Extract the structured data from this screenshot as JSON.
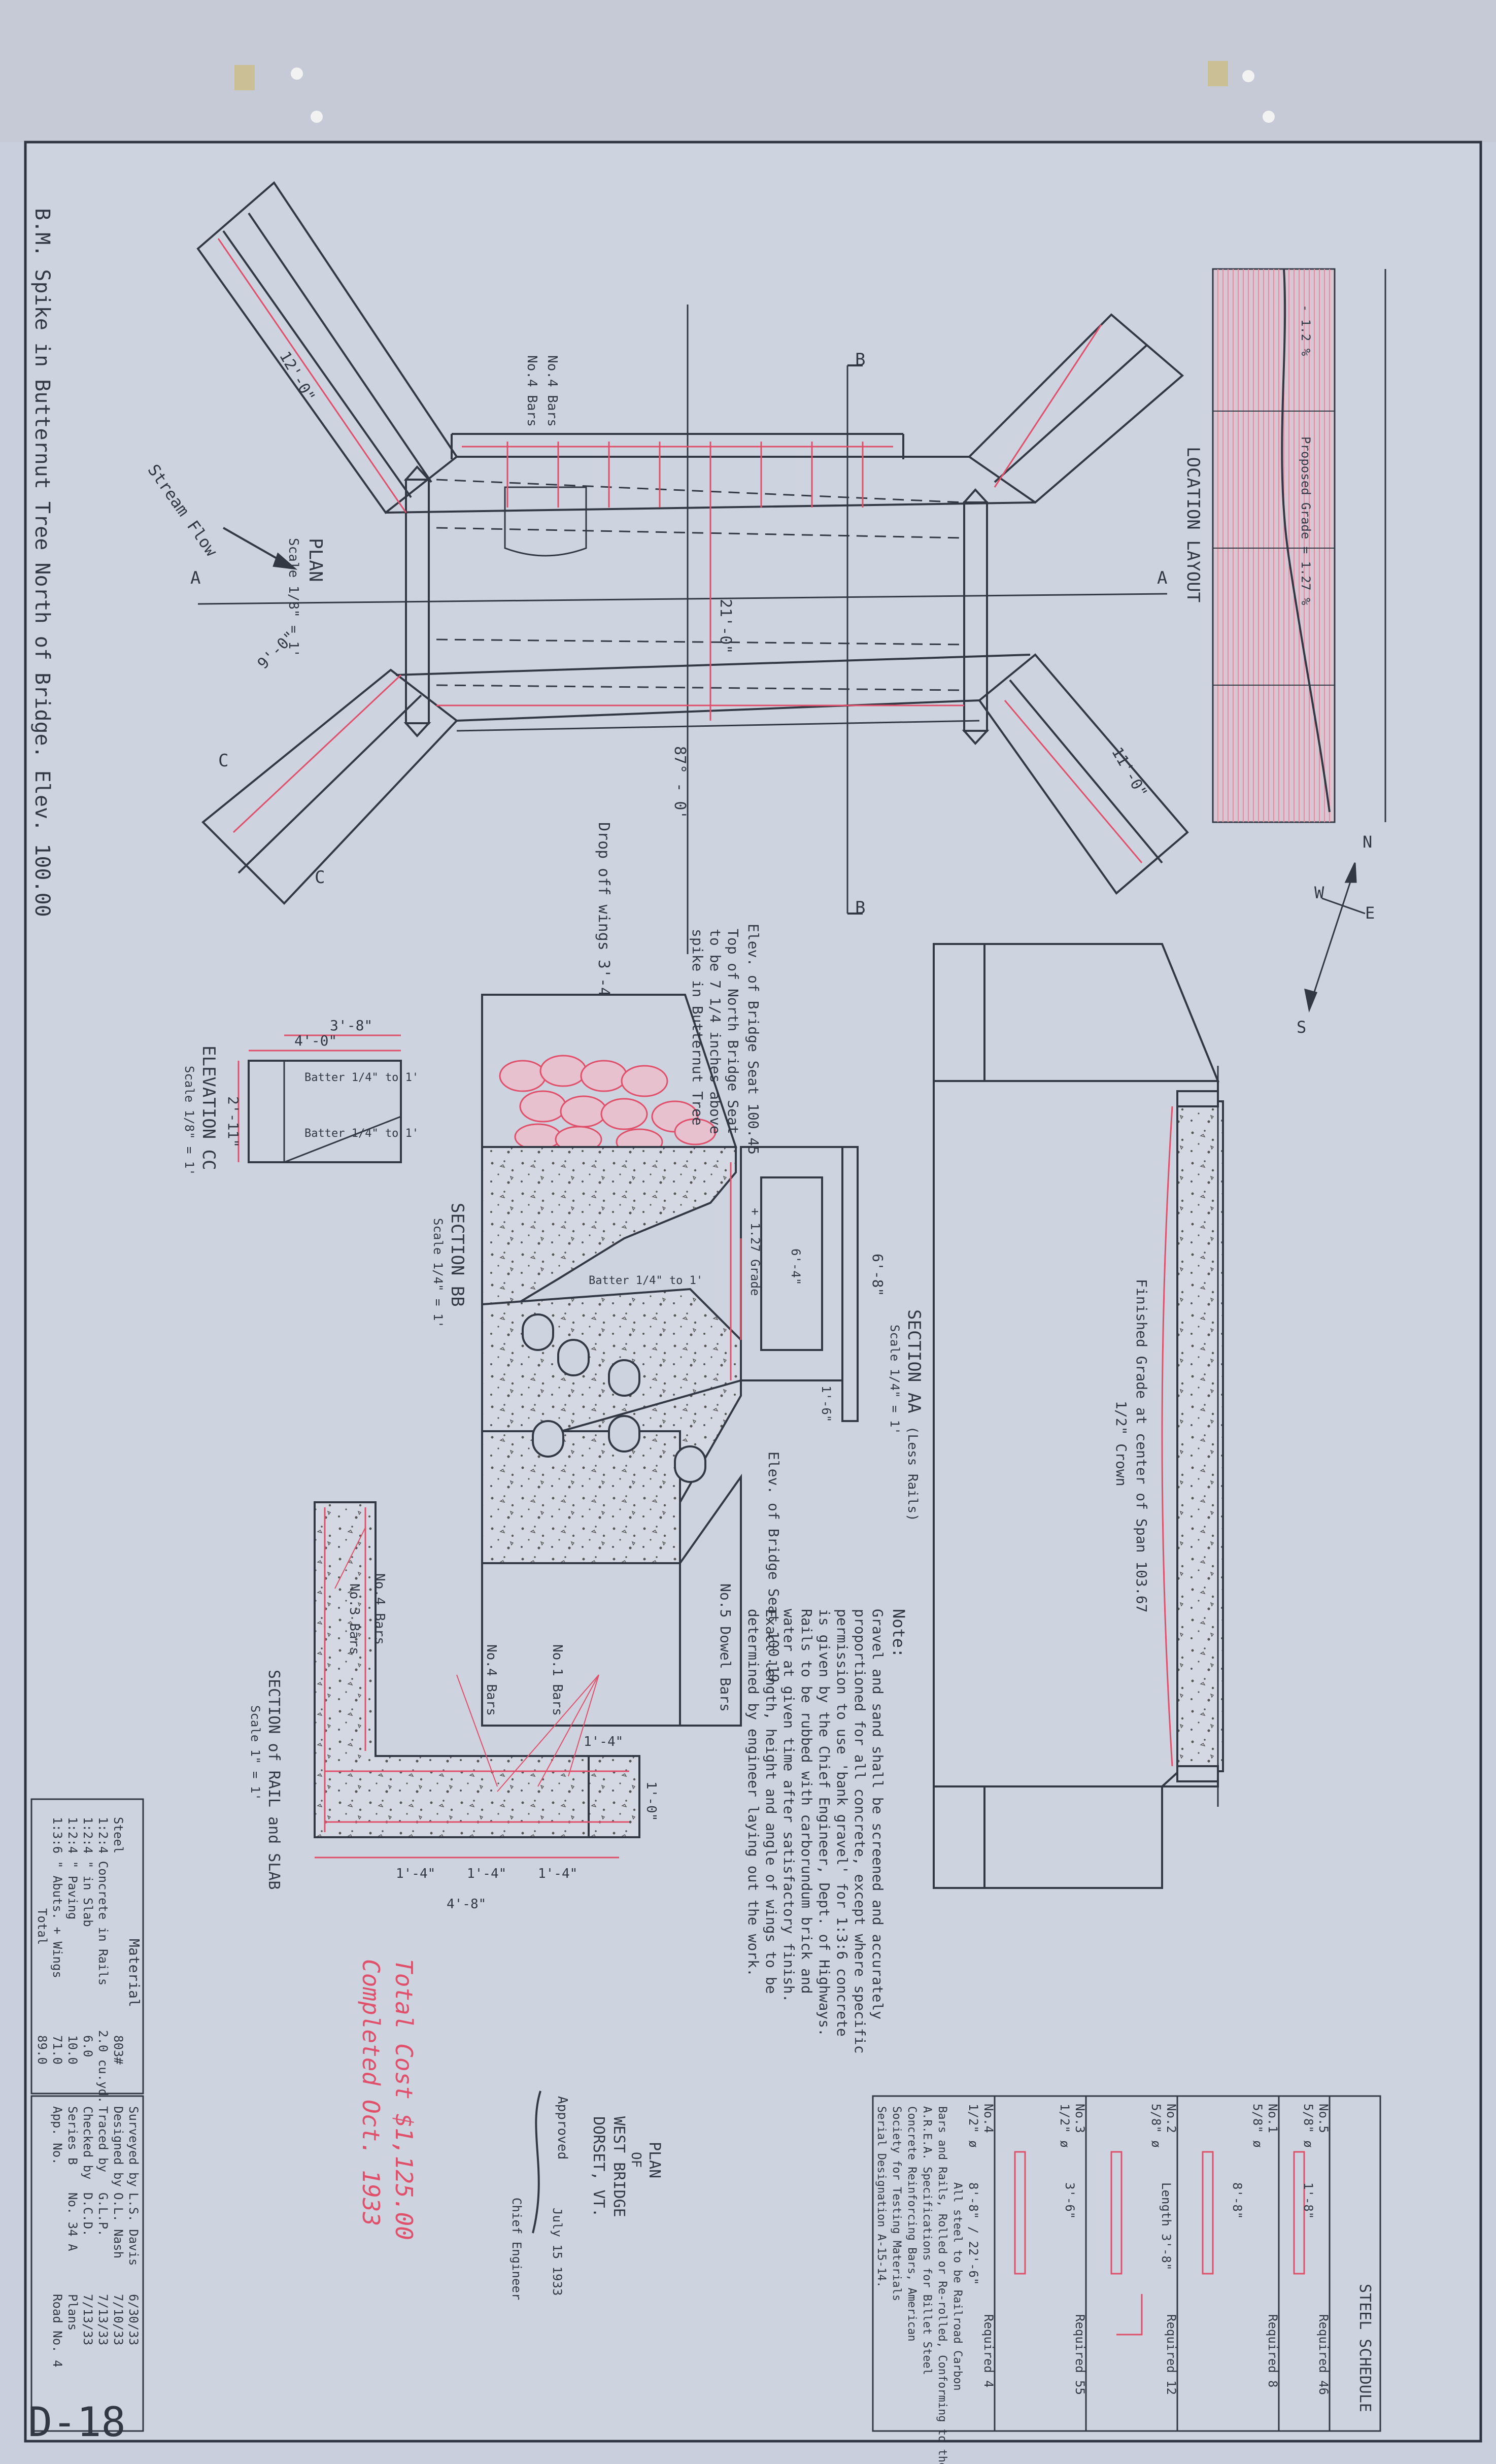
{
  "colors": {
    "paper": "#c9cfdc",
    "ink": "#333845",
    "red": "#e0506a",
    "grid": "#e88aa0"
  },
  "page_number": "D-18",
  "benchmark_note": "B.M. Spike in Butternut Tree North of Bridge. Elev. 100.00",
  "plan": {
    "title": "PLAN",
    "scale": "Scale 1/8\" = 1'",
    "stream_flow": "Stream Flow",
    "drop_wings": "Drop off wings 3'-4\"",
    "span_dim": "21'-0\"",
    "skew": "87° - 0'",
    "wing_dim_nw": "12'-0\"",
    "wing_dim_sw": "9'-0\"",
    "wing_dim_se": "11'-0\"",
    "bars_label_1": "No.4 Bars",
    "bars_label_2": "No.4 Bars",
    "section_marks": {
      "a": "A",
      "b": "B",
      "c": "C"
    },
    "north_arrow": {
      "n": "N",
      "s": "S",
      "e": "E",
      "w": "W"
    }
  },
  "location_layout": {
    "title": "LOCATION LAYOUT",
    "grade": "Proposed Grade = 1.27 %",
    "slope": "- 1.2 %"
  },
  "elevation_cc": {
    "title": "ELEVATION CC",
    "scale": "Scale 1/8\" = 1'",
    "width": "4'-0\"",
    "top_width": "3'-8\"",
    "height": "2'-11\"",
    "batter1": "Batter 1/4\" to 1'",
    "batter2": "Batter 1/4\" to 1'"
  },
  "section_bb": {
    "title": "SECTION BB",
    "scale": "Scale 1/4\" = 1'",
    "seat_elev_north": "Elev. of Bridge Seat 100.45",
    "top_note_1": "Top of North Bridge Seat",
    "top_note_2": "to be 7 1/4 inches above",
    "top_note_3": "spike in Butternut Tree",
    "seat_elev_south": "Elev. of Bridge Seat 100.19",
    "dowels": "No.5 Dowel Bars",
    "grade": "+ 1.27 Grade",
    "clear_height": "6'-8\"",
    "inner_dims": "6'-4\"",
    "bottom_dim": "1'-6\"",
    "batter": "Batter 1/4\" to 1'"
  },
  "section_aa": {
    "title": "SECTION AA",
    "subtitle": "(Less Rails)",
    "scale": "Scale 1/4\" = 1'",
    "finished_grade": "Finished Grade at center of Span 103.67",
    "crown": "1/2\" Crown"
  },
  "section_rail_slab": {
    "title": "SECTION of RAIL and SLAB",
    "scale": "Scale 1\" = 1'",
    "bars": [
      "No.4 Bars",
      "No.3 Bars",
      "No.4 Bars",
      "No.1 Bars"
    ],
    "dims": [
      "1'-4\"",
      "1'-4\"",
      "1'-4\"",
      "4'-8\"",
      "1'-4\"",
      "1'-0\""
    ]
  },
  "note": {
    "title": "Note:",
    "lines": [
      "Gravel and sand shall be screened and accurately",
      "proportioned for all concrete, except where specific",
      "permission to use 'bank gravel' for 1:3:6 concrete",
      "is given by the Chief Engineer, Dept. of Highways.",
      "Rails to be rubbed with carborundum brick and",
      "water at given time after satisfactory finish.",
      "Exact length, height and angle of wings to be",
      "determined by engineer laying out the work."
    ]
  },
  "materials": {
    "title": "Material",
    "rows": [
      {
        "item": "Steel",
        "qty": "803#"
      },
      {
        "item": "1:2:4 Concrete in Rails",
        "qty": "2.0 cu.yd."
      },
      {
        "item": "1:2:4 \" in Slab",
        "qty": "6.0"
      },
      {
        "item": "1:2:4 \" Paving",
        "qty": "10.0"
      },
      {
        "item": "1:3:6 \" Abuts. + Wings",
        "qty": "71.0"
      },
      {
        "item": "Total",
        "qty": "89.0"
      }
    ]
  },
  "red_notes": [
    "Total Cost $1,125.00",
    "Completed Oct. 1933"
  ],
  "title_block": {
    "plan": "PLAN",
    "of": "OF",
    "bridge": "WEST BRIDGE",
    "town": "DORSET, VT.",
    "date": "July 15 1933",
    "approved": "Approved",
    "chief": "Chief Engineer",
    "credits": [
      {
        "role": "Surveyed by",
        "name": "L.S. Davis",
        "date": "6/30/33"
      },
      {
        "role": "Designed by",
        "name": "O.L. Nash",
        "date": "7/10/33"
      },
      {
        "role": "Traced by",
        "name": "G.L.P.",
        "date": "7/13/33"
      },
      {
        "role": "Checked by",
        "name": "D.C.D.",
        "date": "7/13/33"
      },
      {
        "role": "Series B",
        "name": "No. 34 A",
        "date": "Plans"
      },
      {
        "role": "App. No.",
        "name": "",
        "date": "Road No. 4"
      }
    ]
  },
  "steel_schedule": {
    "title": "STEEL SCHEDULE",
    "rows": [
      {
        "bar": "No.5",
        "size": "5/8\" ø",
        "length": "1'-8\"",
        "required": "Required 46"
      },
      {
        "bar": "No.1",
        "size": "5/8\" ø",
        "length": "8'-8\"",
        "required": "Required 8"
      },
      {
        "bar": "No.2",
        "size": "5/8\" ø",
        "length": "Length 3'-8\"",
        "required": "Required 12"
      },
      {
        "bar": "No.3",
        "size": "1/2\" ø",
        "length": "3'-6\"",
        "required": "Required 55"
      },
      {
        "bar": "No.4",
        "size": "1/2\" ø",
        "length": "8'-8\" / 22'-6\"",
        "required": "Required 4"
      }
    ],
    "notes": [
      "All steel to be Railroad Carbon",
      "Bars and Rails, Rolled or Re-rolled, Conforming to the",
      "A.R.E.A. Specifications for Billet Steel",
      "Concrete Reinforcing Bars, American",
      "Society for Testing Materials",
      "Serial Designation A-15-14."
    ]
  }
}
